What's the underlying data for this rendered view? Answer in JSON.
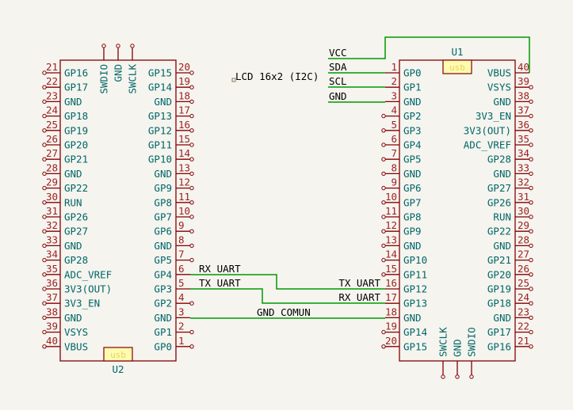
{
  "colors": {
    "background": "#f5f4ef",
    "body": "#840000",
    "pin": "#840000",
    "pin_name": "#006666",
    "pin_number": "#a02020",
    "wire": "#009900",
    "usb_fill": "#fffbb0",
    "usb_text": "#e6d36a"
  },
  "components": {
    "u2": {
      "ref": "U2",
      "usb_label": "usb",
      "left_pins": [
        {
          "num": "21",
          "name": "GP16"
        },
        {
          "num": "22",
          "name": "GP17"
        },
        {
          "num": "23",
          "name": "GND"
        },
        {
          "num": "24",
          "name": "GP18"
        },
        {
          "num": "25",
          "name": "GP19"
        },
        {
          "num": "26",
          "name": "GP20"
        },
        {
          "num": "27",
          "name": "GP21"
        },
        {
          "num": "28",
          "name": "GND"
        },
        {
          "num": "29",
          "name": "GP22"
        },
        {
          "num": "30",
          "name": "RUN"
        },
        {
          "num": "31",
          "name": "GP26"
        },
        {
          "num": "32",
          "name": "GP27"
        },
        {
          "num": "33",
          "name": "GND"
        },
        {
          "num": "34",
          "name": "GP28"
        },
        {
          "num": "35",
          "name": "ADC_VREF"
        },
        {
          "num": "36",
          "name": "3V3(OUT)"
        },
        {
          "num": "37",
          "name": "3V3_EN"
        },
        {
          "num": "38",
          "name": "GND"
        },
        {
          "num": "39",
          "name": "VSYS"
        },
        {
          "num": "40",
          "name": "VBUS"
        }
      ],
      "right_pins": [
        {
          "num": "20",
          "name": "GP15"
        },
        {
          "num": "19",
          "name": "GP14"
        },
        {
          "num": "18",
          "name": "GND"
        },
        {
          "num": "17",
          "name": "GP13"
        },
        {
          "num": "16",
          "name": "GP12"
        },
        {
          "num": "15",
          "name": "GP11"
        },
        {
          "num": "14",
          "name": "GP10"
        },
        {
          "num": "13",
          "name": "GND"
        },
        {
          "num": "12",
          "name": "GP9"
        },
        {
          "num": "11",
          "name": "GP8"
        },
        {
          "num": "10",
          "name": "GP7"
        },
        {
          "num": "9",
          "name": "GP6"
        },
        {
          "num": "8",
          "name": "GND"
        },
        {
          "num": "7",
          "name": "GP5"
        },
        {
          "num": "6",
          "name": "GP4"
        },
        {
          "num": "5",
          "name": "GP3"
        },
        {
          "num": "4",
          "name": "GP2"
        },
        {
          "num": "3",
          "name": "GND"
        },
        {
          "num": "2",
          "name": "GP1"
        },
        {
          "num": "1",
          "name": "GP0"
        }
      ],
      "debug_pins": [
        "SWDIO",
        "GND",
        "SWCLK"
      ]
    },
    "u1": {
      "ref": "U1",
      "usb_label": "usb",
      "left_pins": [
        {
          "num": "1",
          "name": "GP0"
        },
        {
          "num": "2",
          "name": "GP1"
        },
        {
          "num": "3",
          "name": "GND"
        },
        {
          "num": "4",
          "name": "GP2"
        },
        {
          "num": "5",
          "name": "GP3"
        },
        {
          "num": "6",
          "name": "GP4"
        },
        {
          "num": "7",
          "name": "GP5"
        },
        {
          "num": "8",
          "name": "GND"
        },
        {
          "num": "9",
          "name": "GP6"
        },
        {
          "num": "10",
          "name": "GP7"
        },
        {
          "num": "11",
          "name": "GP8"
        },
        {
          "num": "12",
          "name": "GP9"
        },
        {
          "num": "13",
          "name": "GND"
        },
        {
          "num": "14",
          "name": "GP10"
        },
        {
          "num": "15",
          "name": "GP11"
        },
        {
          "num": "16",
          "name": "GP12"
        },
        {
          "num": "17",
          "name": "GP13"
        },
        {
          "num": "18",
          "name": "GND"
        },
        {
          "num": "19",
          "name": "GP14"
        },
        {
          "num": "20",
          "name": "GP15"
        }
      ],
      "right_pins": [
        {
          "num": "40",
          "name": "VBUS"
        },
        {
          "num": "39",
          "name": "VSYS"
        },
        {
          "num": "38",
          "name": "GND"
        },
        {
          "num": "37",
          "name": "3V3_EN"
        },
        {
          "num": "36",
          "name": "3V3(OUT)"
        },
        {
          "num": "35",
          "name": "ADC_VREF"
        },
        {
          "num": "34",
          "name": "GP28"
        },
        {
          "num": "33",
          "name": "GND"
        },
        {
          "num": "32",
          "name": "GP27"
        },
        {
          "num": "31",
          "name": "GP26"
        },
        {
          "num": "30",
          "name": "RUN"
        },
        {
          "num": "29",
          "name": "GP22"
        },
        {
          "num": "28",
          "name": "GND"
        },
        {
          "num": "27",
          "name": "GP21"
        },
        {
          "num": "26",
          "name": "GP20"
        },
        {
          "num": "25",
          "name": "GP19"
        },
        {
          "num": "24",
          "name": "GP18"
        },
        {
          "num": "23",
          "name": "GND"
        },
        {
          "num": "22",
          "name": "GP17"
        },
        {
          "num": "21",
          "name": "GP16"
        }
      ],
      "debug_pins": [
        "SWCLK",
        "GND",
        "SWDIO"
      ]
    }
  },
  "text_note": "LCD 16x2 (I2C)",
  "net_labels": {
    "vcc": "VCC",
    "sda": "SDA",
    "scl": "SCL",
    "gnd": "GND",
    "rx_uart_left": "RX UART",
    "tx_uart_left": "TX UART",
    "tx_uart_right": "TX UART",
    "rx_uart_right": "RX UART",
    "gnd_comun": "GND COMUN"
  }
}
